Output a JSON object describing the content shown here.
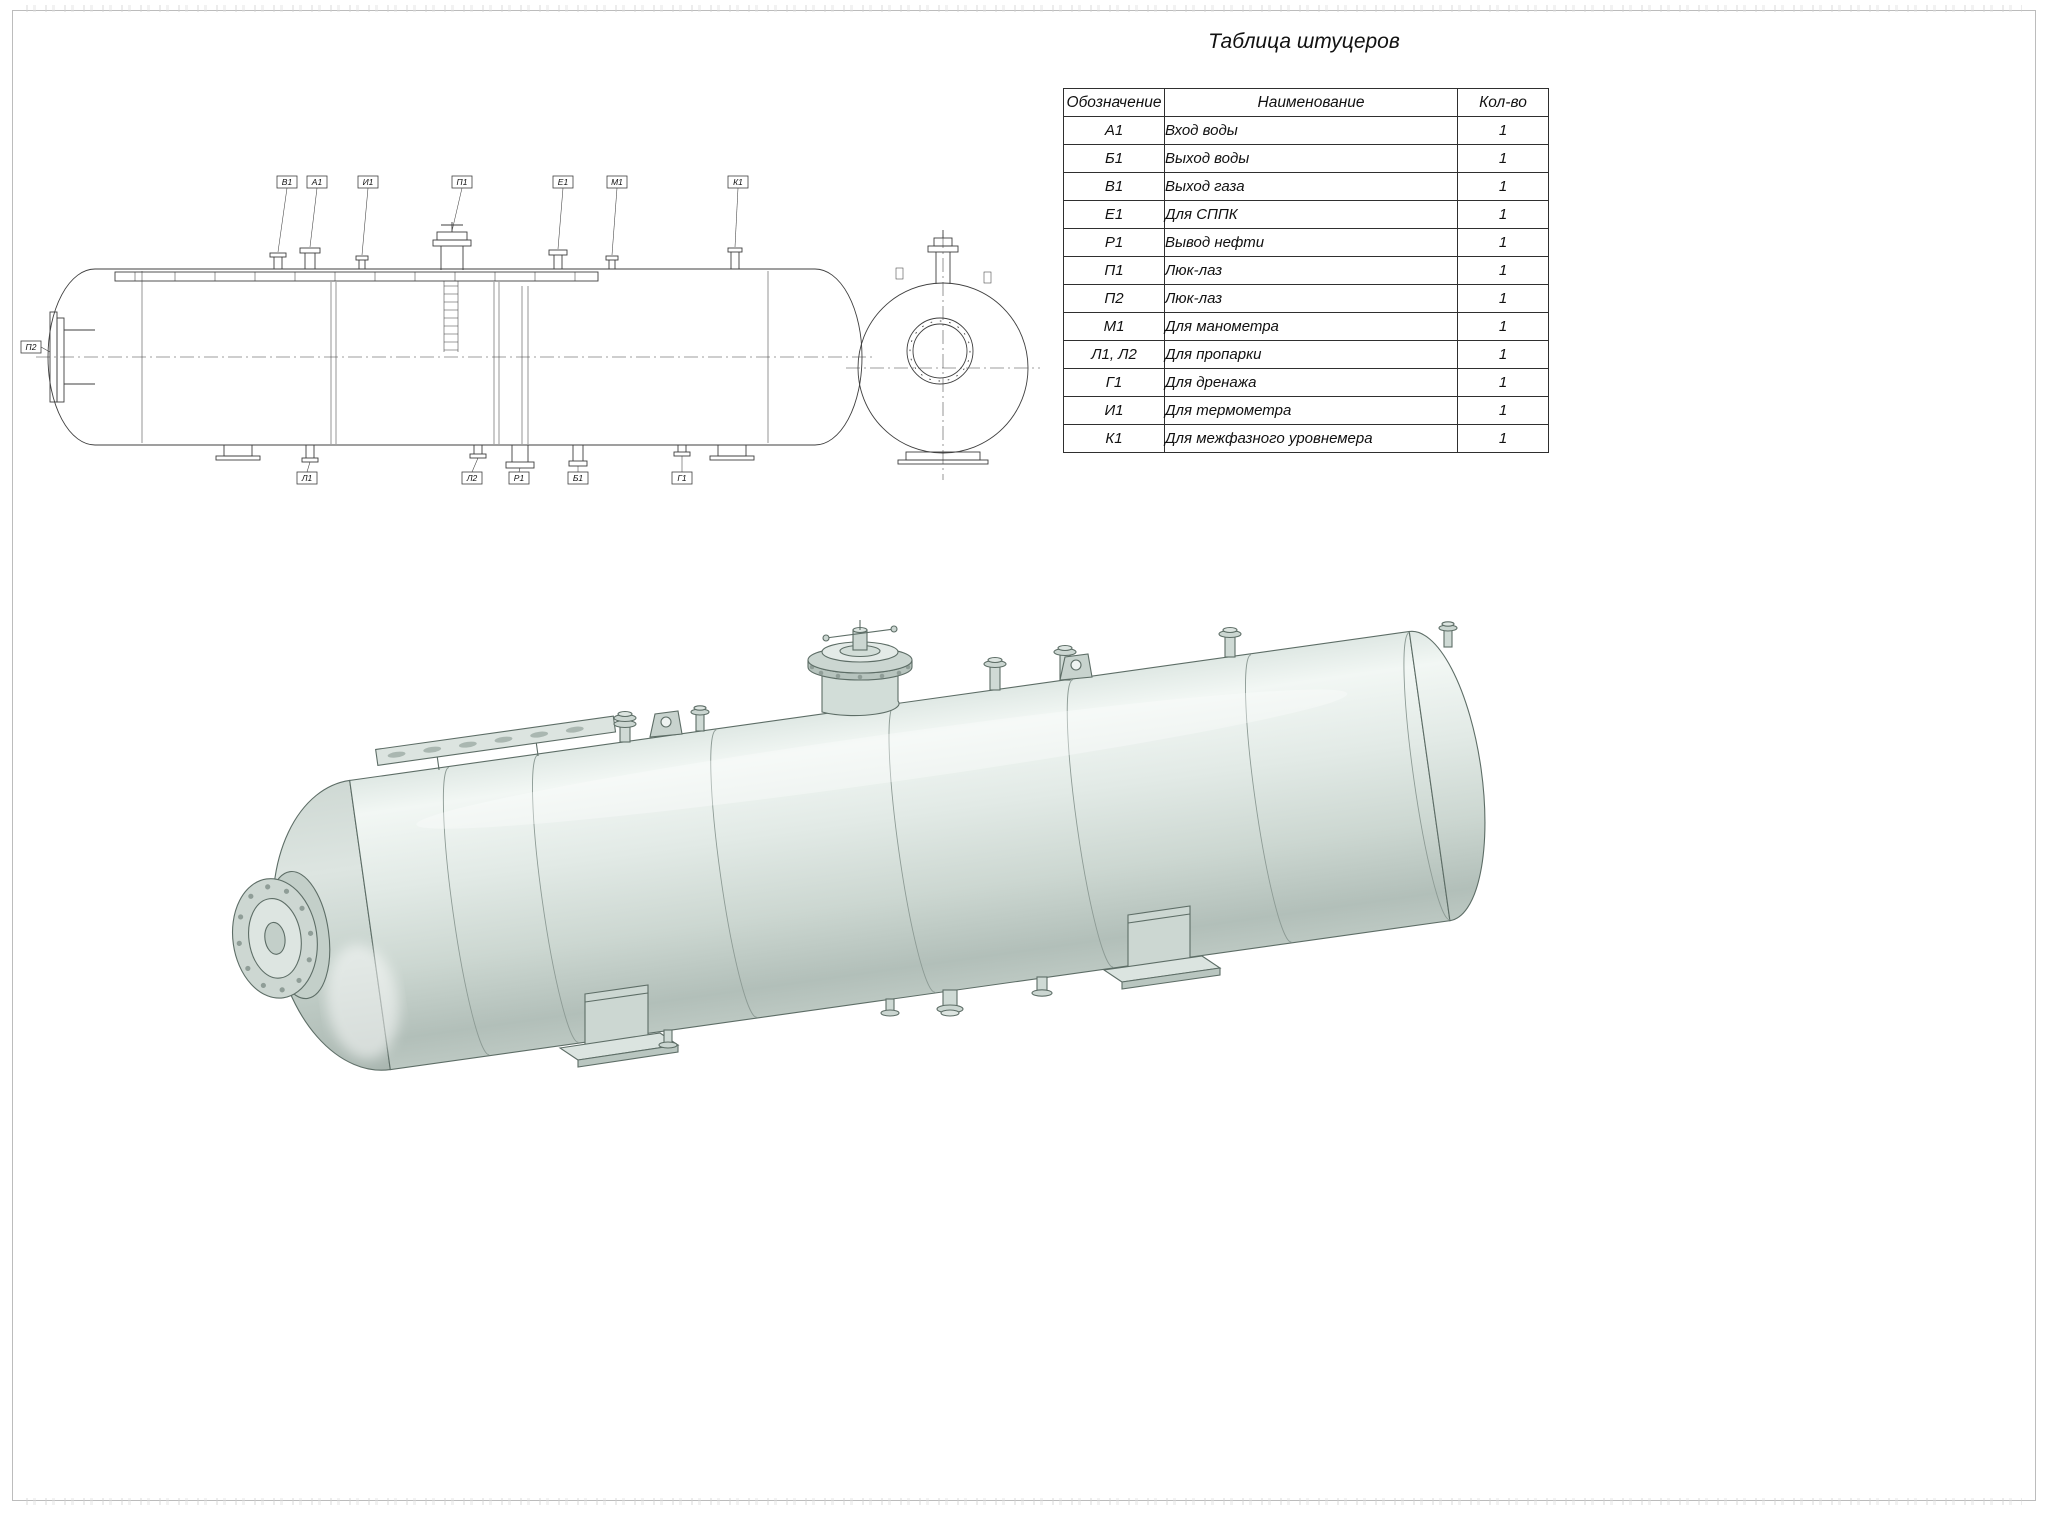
{
  "title": "Таблица штуцеров",
  "table": {
    "headers": [
      "Обозначение",
      "Наименование",
      "Кол-во"
    ],
    "rows": [
      {
        "code": "А1",
        "name": "Вход воды",
        "qty": "1"
      },
      {
        "code": "Б1",
        "name": "Выход воды",
        "qty": "1"
      },
      {
        "code": "В1",
        "name": "Выход газа",
        "qty": "1"
      },
      {
        "code": "Е1",
        "name": "Для СППК",
        "qty": "1"
      },
      {
        "code": "Р1",
        "name": "Вывод нефти",
        "qty": "1"
      },
      {
        "code": "П1",
        "name": "Люк-лаз",
        "qty": "1"
      },
      {
        "code": "П2",
        "name": "Люк-лаз",
        "qty": "1"
      },
      {
        "code": "М1",
        "name": "Для манометра",
        "qty": "1"
      },
      {
        "code": "Л1, Л2",
        "name": "Для пропарки",
        "qty": "1"
      },
      {
        "code": "Г1",
        "name": "Для дренажа",
        "qty": "1"
      },
      {
        "code": "И1",
        "name": "Для термометра",
        "qty": "1"
      },
      {
        "code": "К1",
        "name": "Для межфазного уровнемера",
        "qty": "1"
      }
    ]
  },
  "drawing": {
    "callouts": {
      "top": [
        "В1",
        "А1",
        "И1",
        "П1",
        "Е1",
        "М1",
        "К1"
      ],
      "bottom": [
        "Л1",
        "Л2",
        "Р1",
        "Б1",
        "Г1"
      ],
      "left": "П2"
    }
  },
  "colors": {
    "line": "#3f3f3f",
    "vessel_light": "#f2f7f4",
    "vessel_mid": "#d7e0dc",
    "vessel_dark": "#aebbb5"
  }
}
